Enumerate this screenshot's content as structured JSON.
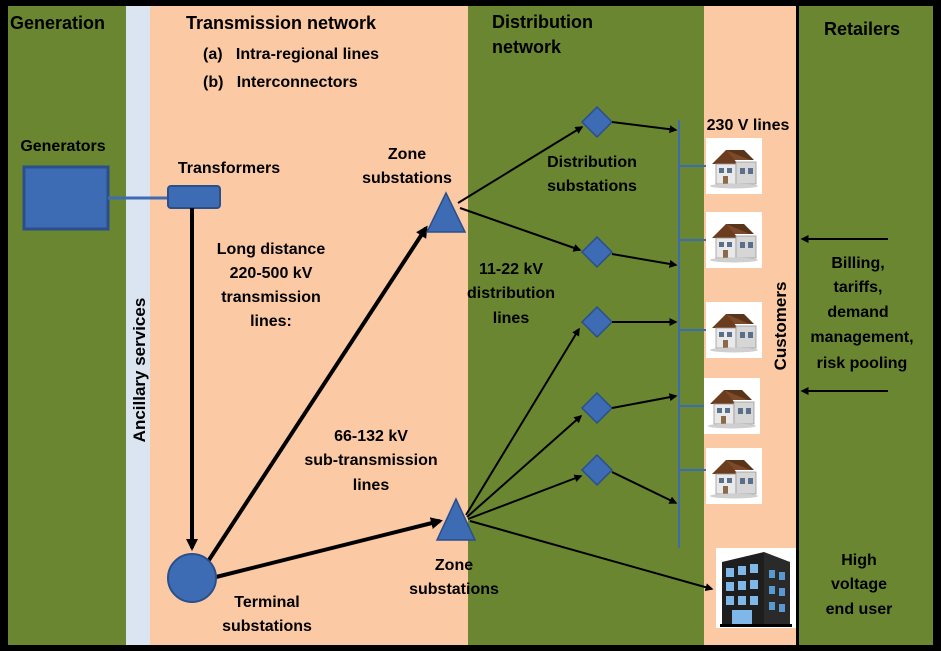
{
  "colors": {
    "background": "#000000",
    "green_band": "#6a8630",
    "peach_band": "#fbc9a3",
    "ancillary_band": "#dbe5f1",
    "shape_fill": "#3d6cb4",
    "shape_stroke": "#2a4f8a",
    "line": "#000000"
  },
  "sections": {
    "generation": "Generation",
    "transmission_title": "Transmission network",
    "transmission_sub_a": "(a)   Intra-regional lines",
    "transmission_sub_b": "(b)   Interconnectors",
    "distribution_line1": "Distribution",
    "distribution_line2": "network",
    "retailers": "Retailers",
    "ancillary": "Ancillary services",
    "customers": "Customers"
  },
  "nodes": {
    "generators": "Generators",
    "transformers": "Transformers",
    "zone_top_line1": "Zone",
    "zone_top_line2": "substations",
    "zone_bottom_line1": "Zone",
    "zone_bottom_line2": "substations",
    "terminal_line1": "Terminal",
    "terminal_line2": "substations",
    "distribution_subs_line1": "Distribution",
    "distribution_subs_line2": "substations"
  },
  "line_labels": {
    "long_distance": [
      "Long distance",
      "220-500 kV",
      "transmission",
      "lines:"
    ],
    "sub_transmission": [
      "66-132 kV",
      "sub-transmission",
      "lines"
    ],
    "distribution": [
      "11-22 kV",
      "distribution",
      "lines"
    ],
    "v230": "230 V lines"
  },
  "retailer_services": [
    "Billing,",
    "tariffs,",
    "demand",
    "management,",
    "risk pooling"
  ],
  "high_voltage_user": [
    "High",
    "voltage",
    "end user"
  ],
  "icons": {
    "house": "house-icon",
    "building": "office-building-icon"
  }
}
